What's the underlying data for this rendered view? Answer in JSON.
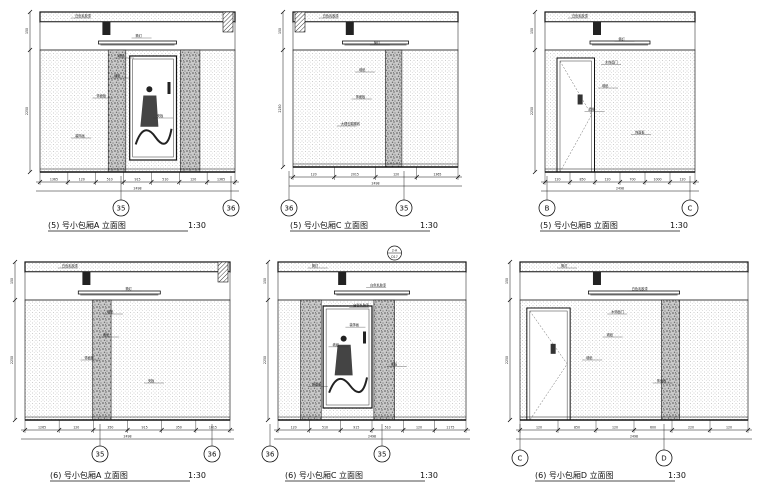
{
  "panels": [
    {
      "id": "p1",
      "caption": "(5) 号小包厢A 立面图",
      "scale": "1:30",
      "axes": [
        "35",
        "36"
      ],
      "notes": [
        "白色乳胶漆",
        "筒灯",
        "墙纸",
        "墙纸",
        "饰面板",
        "夹板",
        "装饰画"
      ],
      "dims_bottom": [
        "1365",
        "120",
        "510",
        "915",
        "510",
        "120",
        "1365"
      ],
      "dim_total": "2498",
      "dims_left": [
        "150",
        "2250"
      ]
    },
    {
      "id": "p2",
      "caption": "(5) 号小包厢C 立面图",
      "scale": "1:30",
      "axes": [
        "36",
        "35"
      ],
      "notes": [
        "白色乳胶漆",
        "筒灯",
        "墙纸",
        "饰面板",
        "大理石踢脚线"
      ],
      "dims_bottom": [
        "120",
        "2015",
        "120",
        "1365"
      ],
      "dim_total": "2498",
      "dims_left": [
        "150",
        "2250"
      ]
    },
    {
      "id": "p3",
      "caption": "(5) 号小包厢B 立面图",
      "scale": "1:30",
      "axes": [
        "B",
        "C"
      ],
      "notes": [
        "白色乳胶漆",
        "筒灯",
        "木饰面门",
        "墙纸",
        "墙纸",
        "饰面板"
      ],
      "dims_bottom": [
        "120",
        "850",
        "120",
        "700",
        "1000",
        "120"
      ],
      "dim_total": "2498",
      "dims_left": [
        "150",
        "2250"
      ]
    },
    {
      "id": "p4",
      "caption": "(6) 号小包厢A 立面图",
      "scale": "1:30",
      "axes": [
        "35",
        "36"
      ],
      "notes": [
        "白色乳胶漆",
        "筒灯",
        "墙纸",
        "墙纸",
        "饰面板",
        "夹板"
      ],
      "dims_bottom": [
        "1265",
        "120",
        "350",
        "915",
        "350",
        "1015"
      ],
      "dim_total": "2498",
      "dims_left": [
        "150",
        "2250"
      ]
    },
    {
      "id": "p5",
      "caption": "(6) 号小包厢C 立面图",
      "scale": "1:30",
      "axes": [
        "36",
        "35"
      ],
      "notes": [
        "筒灯",
        "白色乳胶漆",
        "白色乳胶漆",
        "装饰画",
        "墙纸",
        "墙纸",
        "饰面板"
      ],
      "dims_bottom": [
        "120",
        "510",
        "915",
        "510",
        "120",
        "1175"
      ],
      "dim_total": "2498",
      "dims_left": [
        "150",
        "2250"
      ],
      "callout": [
        "2-A",
        "D17"
      ]
    },
    {
      "id": "p6",
      "caption": "(6) 号小包厢D 立面图",
      "scale": "1:30",
      "axes": [
        "C",
        "D"
      ],
      "notes": [
        "筒灯",
        "白色乳胶漆",
        "木饰面门",
        "墙纸",
        "墙纸",
        "饰面板"
      ],
      "dims_bottom": [
        "120",
        "850",
        "120",
        "600",
        "220",
        "120"
      ],
      "dim_total": "2498",
      "dims_left": [
        "150",
        "2250"
      ]
    }
  ]
}
